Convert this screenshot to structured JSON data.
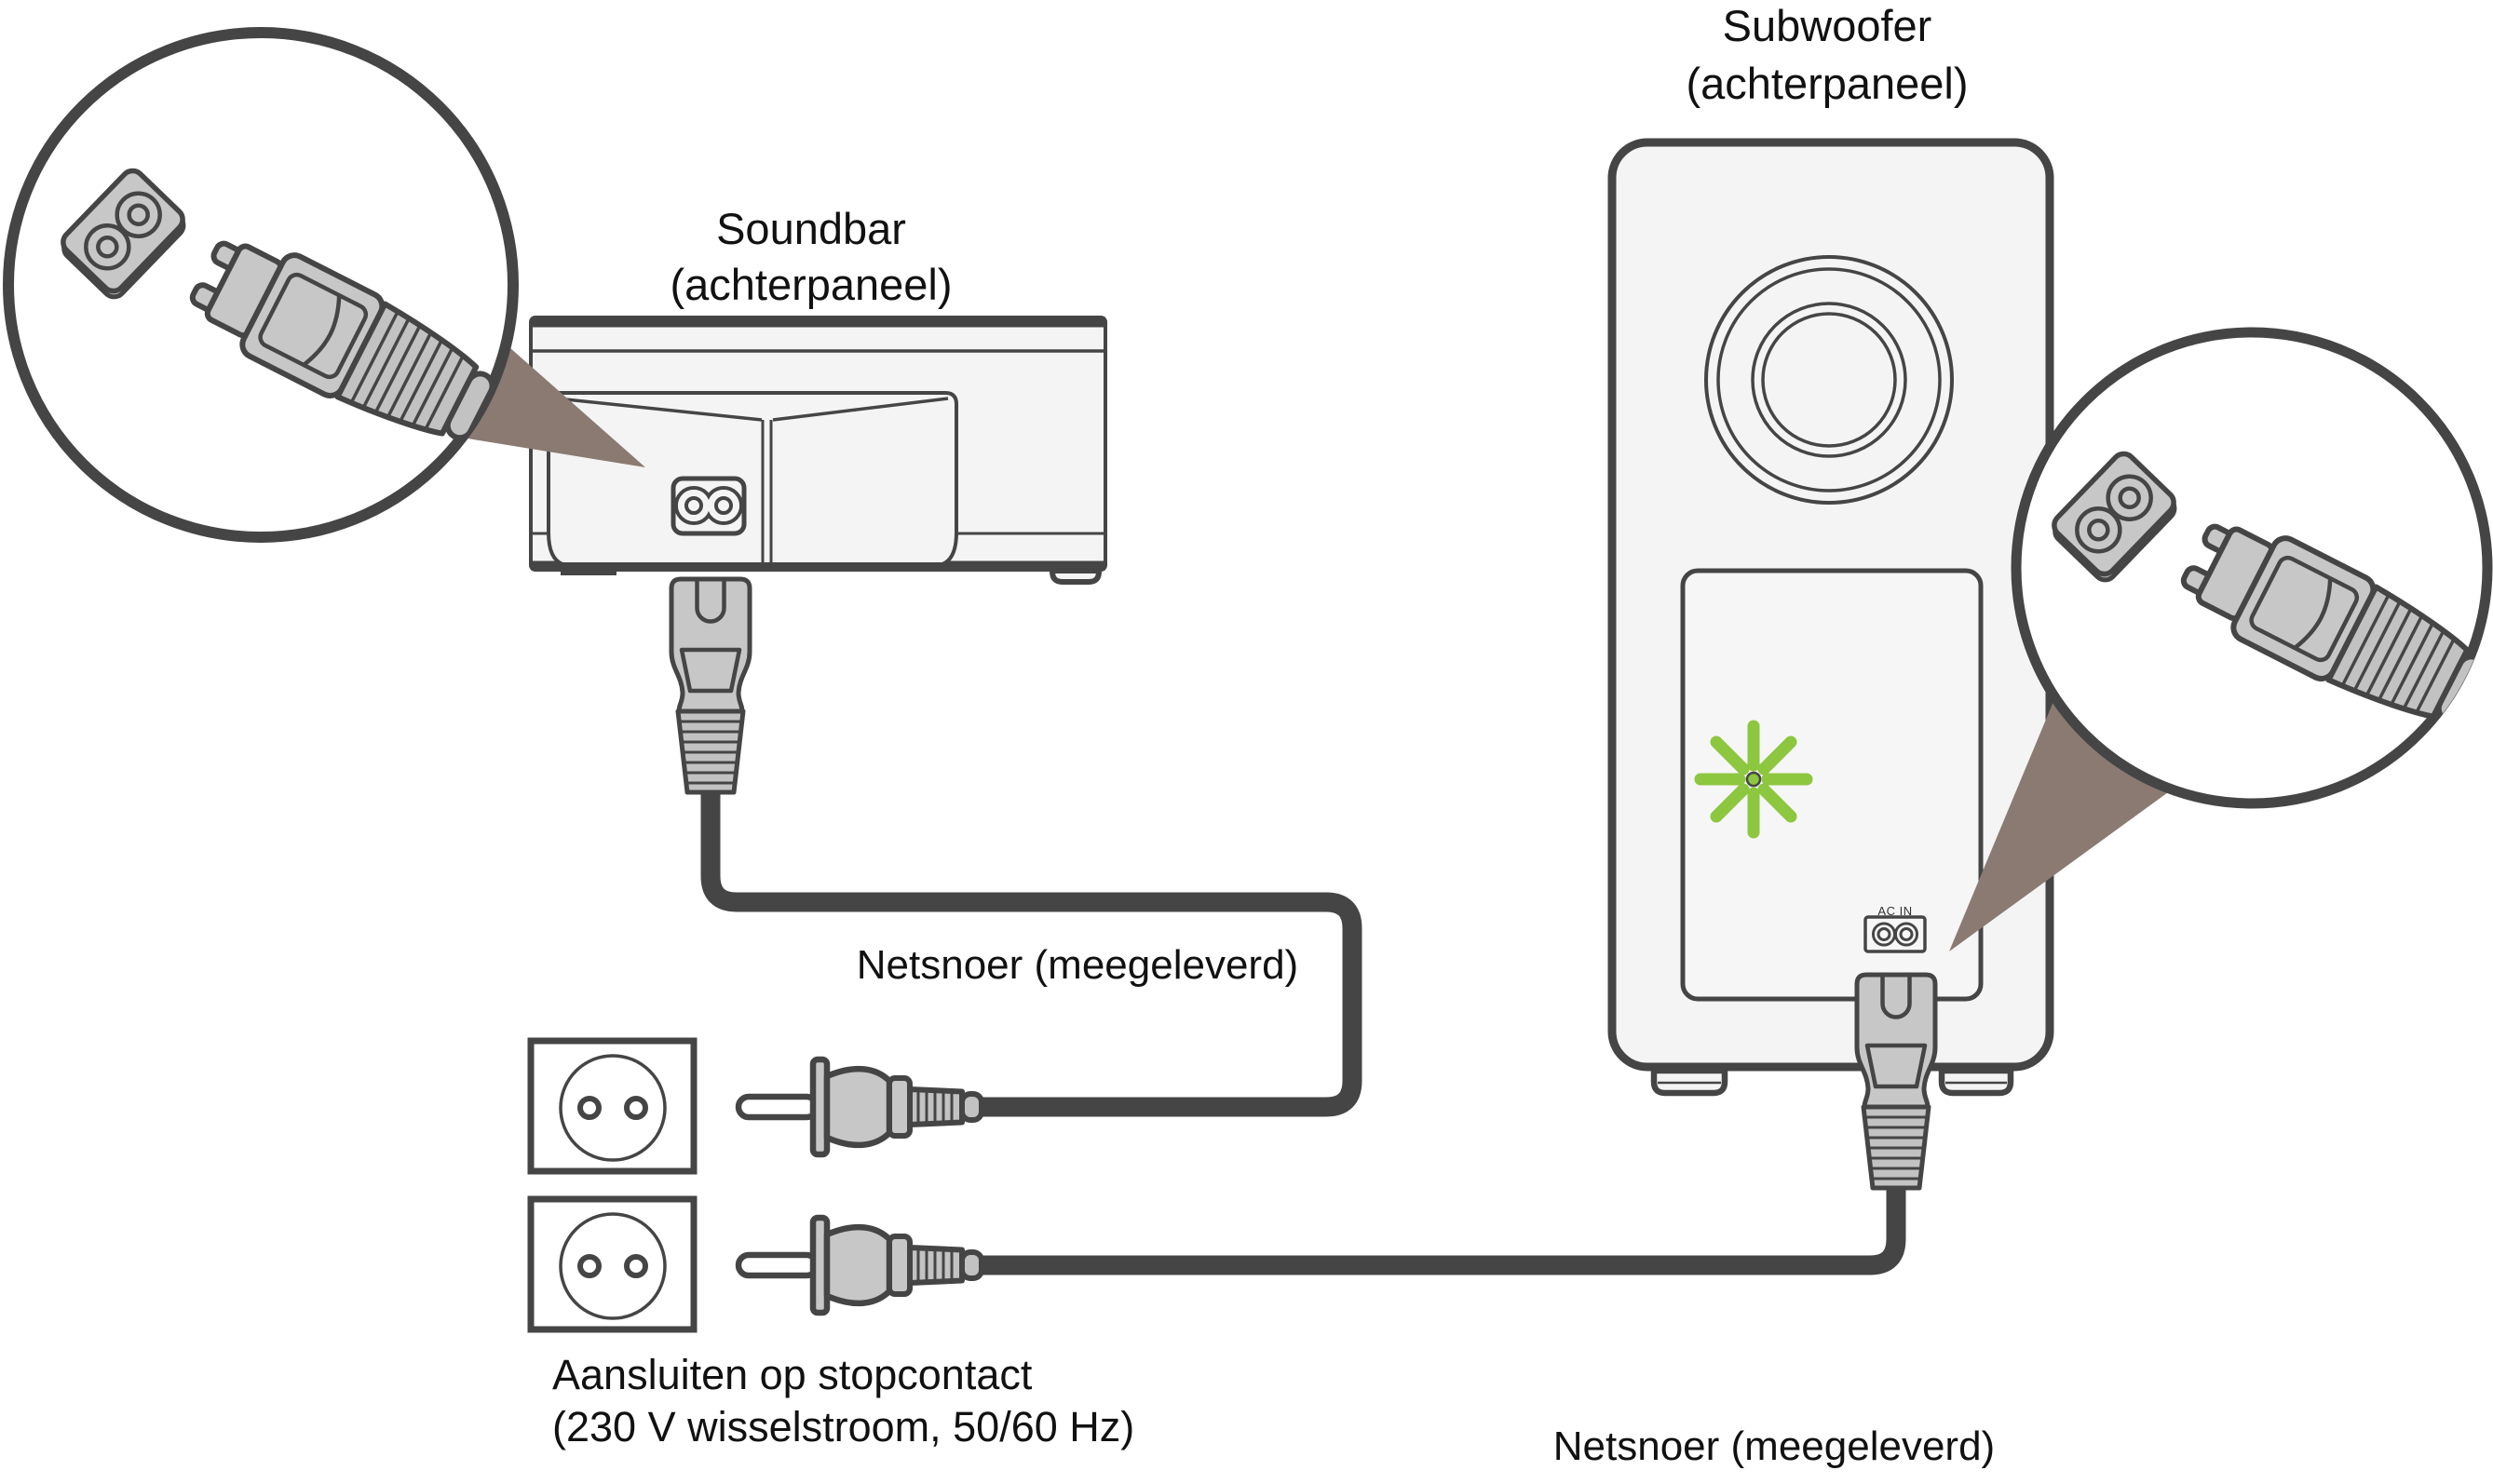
{
  "soundbar": {
    "title_line1": "Soundbar",
    "title_line2": "(achterpaneel)"
  },
  "subwoofer": {
    "title_line1": "Subwoofer",
    "title_line2": "(achterpaneel)",
    "ac_in_label": "AC IN"
  },
  "cables": {
    "cable1_label": "Netsnoer (meegeleverd)",
    "cable2_label": "Netsnoer (meegeleverd)"
  },
  "outlets": {
    "caption_line1": "Aansluiten op stopcontact",
    "caption_line2": "(230 V wisselstroom, 50/60 Hz)"
  },
  "colors": {
    "line": "#454545",
    "device_fill": "#f4f4f4",
    "plug_fill": "#c7c7c7",
    "plug_fill_dark": "#c2c2c2",
    "accent_green": "#8dc63f",
    "pointer_taupe": "#8a7a72",
    "background": "#ffffff"
  }
}
